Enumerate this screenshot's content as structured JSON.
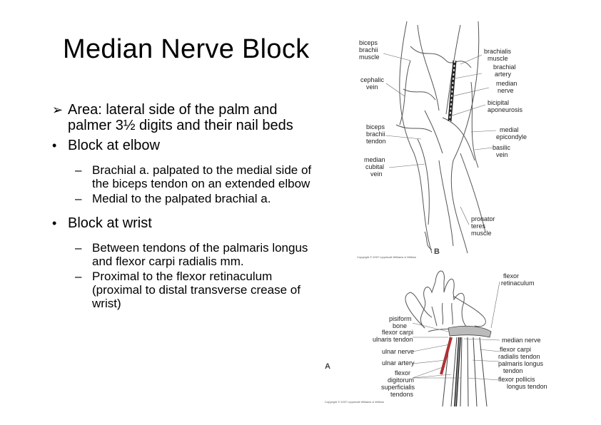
{
  "slide": {
    "title": "Median Nerve Block",
    "area_bullet": "Area: lateral side of the palm and palmer 3½ digits and their nail beds",
    "elbow_bullet": "Block at elbow",
    "elbow_sub": [
      "Brachial a. palpated to the medial side of the biceps tendon on an extended elbow",
      "Medial to the palpated brachial a."
    ],
    "wrist_bullet": "Block at wrist",
    "wrist_sub": [
      "Between tendons of the palmaris longus and flexor carpi radialis mm.",
      "Proximal to the flexor retinaculum (proximal to distal transverse crease of wrist)"
    ]
  },
  "figure_elbow": {
    "panel_letter": "B",
    "copyright": "Copyright © 2007 Lippincott Williams & Wilkins",
    "labels_left": [
      [
        "biceps",
        "brachii",
        "muscle"
      ],
      [
        "cephalic",
        "vein"
      ],
      [
        "biceps",
        "brachii",
        "tendon"
      ],
      [
        "median",
        "cubital",
        "vein"
      ]
    ],
    "labels_right": [
      [
        "brachialis",
        "muscle"
      ],
      [
        "brachial",
        "artery"
      ],
      [
        "median",
        "nerve"
      ],
      [
        "bicipital",
        "aponeurosis"
      ],
      [
        "medial",
        "epicondyle"
      ],
      [
        "basilic",
        "vein"
      ],
      [
        "pronator",
        "teres",
        "muscle"
      ]
    ]
  },
  "figure_wrist": {
    "panel_letter": "A",
    "copyright": "Copyright © 2007 Lippincott Williams & Wilkins",
    "labels_left": [
      [
        "pisiform",
        "bone"
      ],
      [
        "flexor carpi",
        "ulnaris tendon"
      ],
      [
        "ulnar nerve"
      ],
      [
        "ulnar artery"
      ],
      [
        "flexor",
        "digitorum",
        "superficialis",
        "tendons"
      ]
    ],
    "labels_right": [
      [
        "flexor",
        "retinaculum"
      ],
      [
        "median nerve"
      ],
      [
        "flexor carpi",
        "radialis tendon"
      ],
      [
        "palmaris longus",
        "tendon"
      ],
      [
        "flexor pollicis",
        "longus tendon"
      ]
    ]
  },
  "icons": {
    "arrow_bullet": "arrow-bullet-icon",
    "round_bullet": "round-bullet-icon",
    "dash_bullet": "dash-bullet-icon"
  },
  "colors": {
    "text": "#000000",
    "artery": "#b03030",
    "lines": "#555555"
  }
}
